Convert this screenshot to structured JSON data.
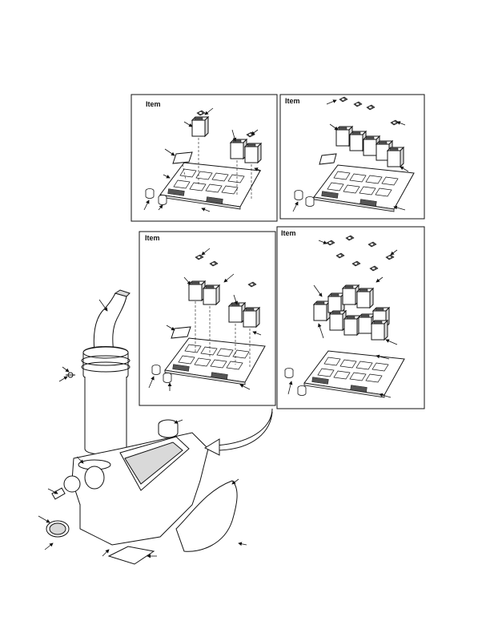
{
  "panels": [
    {
      "id": "panel-a",
      "title": "Item"
    },
    {
      "id": "panel-b",
      "title": "Item"
    },
    {
      "id": "panel-c",
      "title": "Item"
    },
    {
      "id": "panel-d",
      "title": "Item"
    }
  ],
  "colors": {
    "line": "#111111",
    "paper": "#ffffff",
    "shade": "#d9d9d9",
    "dark": "#555555"
  },
  "icons": [
    "switch-panel-diagram",
    "joystick-assembly-diagram",
    "callout-arrow-icon"
  ]
}
